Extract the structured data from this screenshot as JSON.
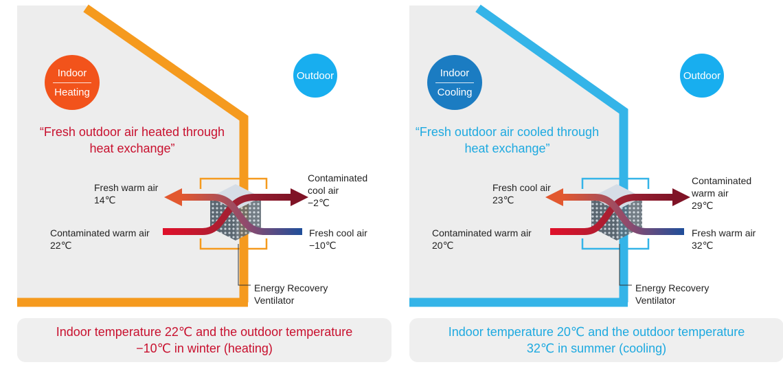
{
  "colors": {
    "orange_roof": "#F59A1E",
    "blue_roof": "#34B4E8",
    "red_accent": "#C8102E",
    "blue_accent": "#1DA9E0",
    "heating_badge": "#F2531B",
    "cooling_badge": "#1B7CC2",
    "outdoor_badge": "#18AEEF"
  },
  "winter": {
    "indoor_label": "Indoor",
    "mode_label": "Heating",
    "outdoor_label": "Outdoor",
    "quote_line1": "“Fresh outdoor air heated through",
    "quote_line2": "heat exchange”",
    "supply_label": "Fresh warm air",
    "supply_temp": "14℃",
    "return_label": "Contaminated warm air",
    "return_temp": "22℃",
    "exhaust_label_line1": "Contaminated",
    "exhaust_label_line2": "cool air",
    "exhaust_temp": "−2℃",
    "intake_label": "Fresh cool air",
    "intake_temp": "−10℃",
    "erv_line1": "Energy Recovery",
    "erv_line2": "Ventilator",
    "footer_line1": "Indoor temperature 22℃ and the outdoor temperature",
    "footer_line2": "−10℃ in winter (heating)"
  },
  "summer": {
    "indoor_label": "Indoor",
    "mode_label": "Cooling",
    "outdoor_label": "Outdoor",
    "quote_line1": "“Fresh outdoor air cooled through",
    "quote_line2": "heat exchange”",
    "supply_label": "Fresh cool air",
    "supply_temp": "23℃",
    "return_label": "Contaminated warm air",
    "return_temp": "20℃",
    "exhaust_label_line1": "Contaminated",
    "exhaust_label_line2": "warm air",
    "exhaust_temp": "29℃",
    "intake_label": "Fresh warm air",
    "intake_temp": "32℃",
    "erv_line1": "Energy Recovery",
    "erv_line2": "Ventilator",
    "footer_line1": "Indoor temperature 20℃ and the outdoor temperature",
    "footer_line2": "32℃ in summer (cooling)"
  }
}
